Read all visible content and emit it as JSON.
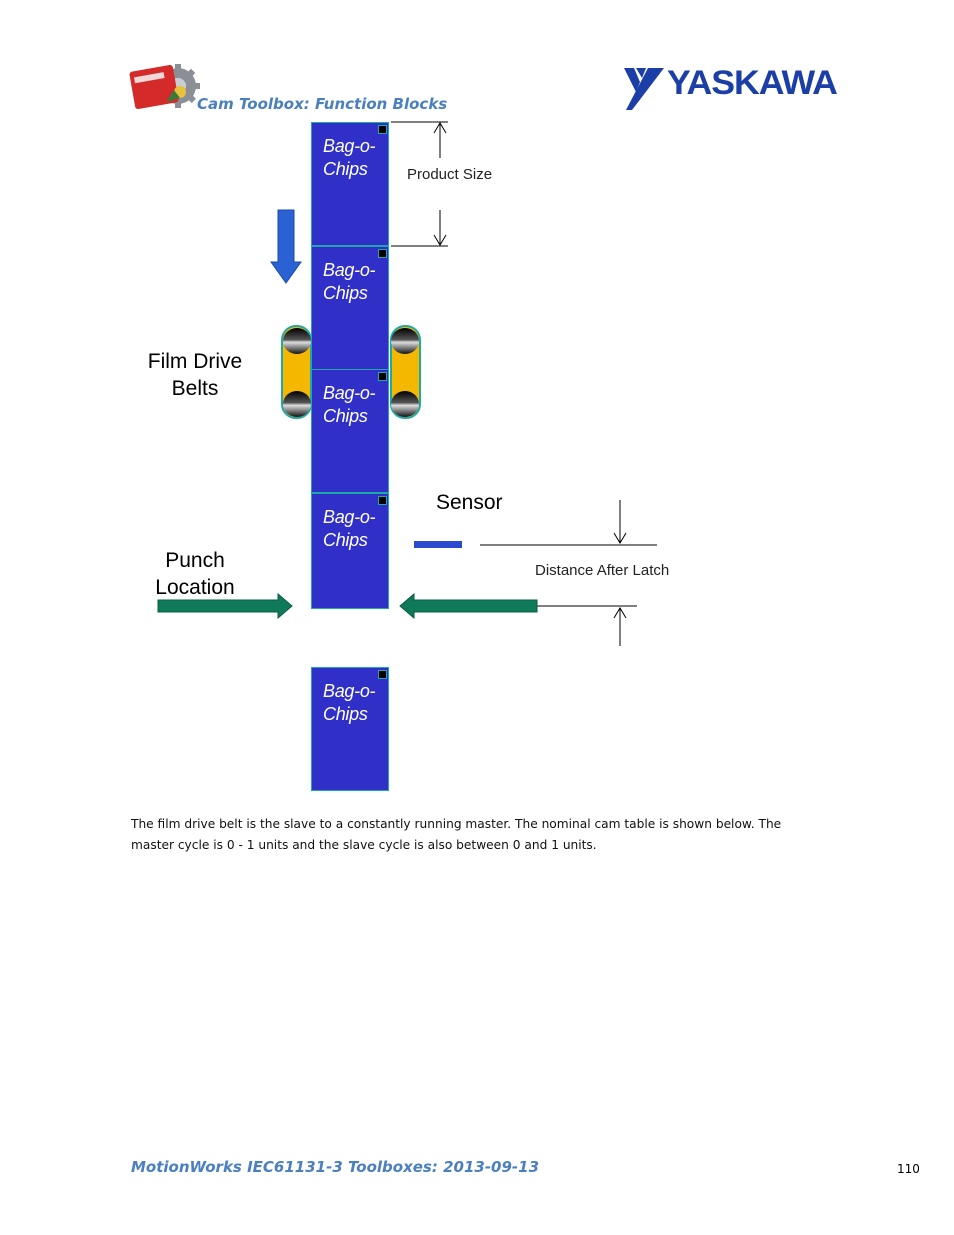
{
  "header": {
    "title": "Cam Toolbox: Function Blocks",
    "brand": "YASKAWA",
    "logo_icon": "toolbox-gear-logo",
    "brand_color": "#1b3fa6"
  },
  "diagram": {
    "bag_label": "Bag-o-\nChips",
    "bag_color": "#3030c8",
    "labels": {
      "product_size": "Product Size",
      "film_drive_belts": "Film Drive\nBelts",
      "sensor": "Sensor",
      "punch_location": "Punch\nLocation",
      "distance_after_latch": "Distance After Latch"
    },
    "belt_color": "#f5b800",
    "arrow_color": "#0e7a5a"
  },
  "body": {
    "paragraph": "The film drive belt is the slave to a constantly running master. The nominal cam table is shown below. The master cycle is 0 - 1 units and the slave cycle is also between 0 and 1 units."
  },
  "footer": {
    "doc_title": "MotionWorks IEC61131-3 Toolboxes: 2013-09-13",
    "page_number": "110"
  }
}
